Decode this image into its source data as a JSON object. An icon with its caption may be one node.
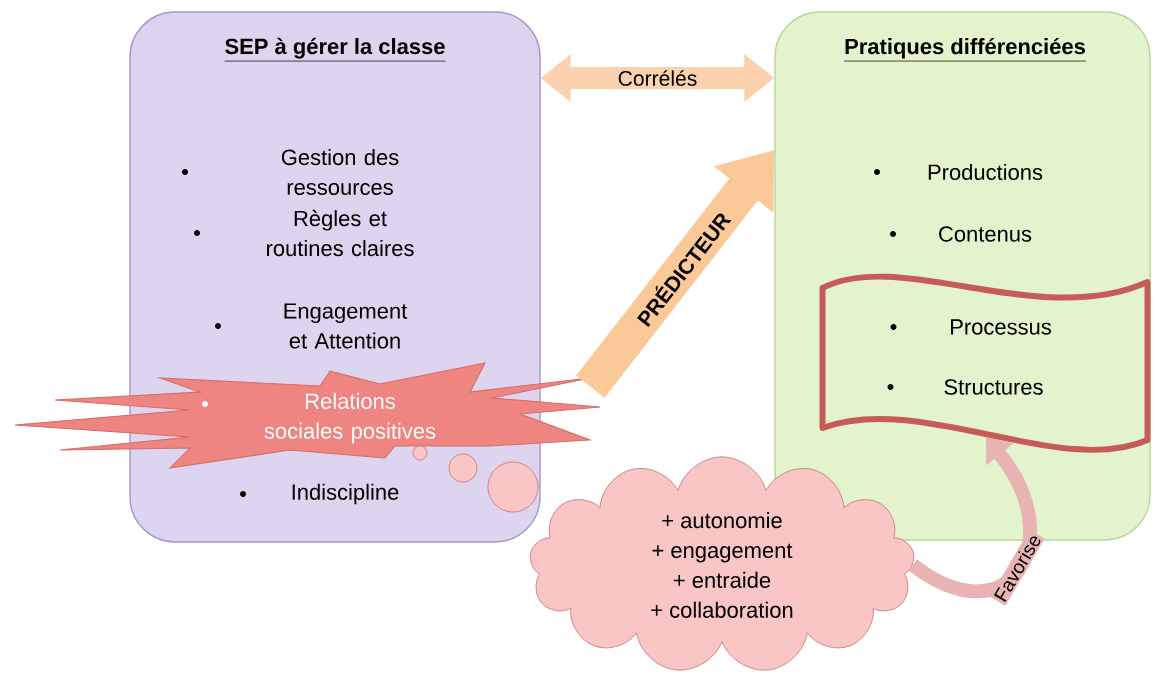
{
  "diagram": {
    "nodes": [
      {
        "text": [
          "SEP à gérer la classe",
          "Gestion des ressources",
          "Règles et routines claires",
          "Engagement et Attention",
          "Indiscipline"
        ]
      },
      {
        "text": [
          "Relations sociales positives"
        ]
      },
      {
        "text": [
          "Pratiques différenciées",
          "Productions",
          "Contenus"
        ]
      },
      {
        "text": [
          "Processus",
          "Structures"
        ],
        "in": 2
      },
      {
        "text": [
          "+ autonomie",
          "+ engagement",
          "+ entraide",
          "+ collaboration"
        ]
      }
    ],
    "edges": [
      {
        "from": 0,
        "to": 2,
        "arrow": "both",
        "label": "Corrélés",
        "color": "#fbd2ad"
      },
      {
        "from": 1,
        "to": 2,
        "arrow": "to",
        "label": "PRÉDICTEUR",
        "color": "#fbc898"
      },
      {
        "from": 4,
        "to": 3,
        "arrow": "to",
        "label": "Favorise",
        "color": "#e9b3b3"
      }
    ]
  }
}
